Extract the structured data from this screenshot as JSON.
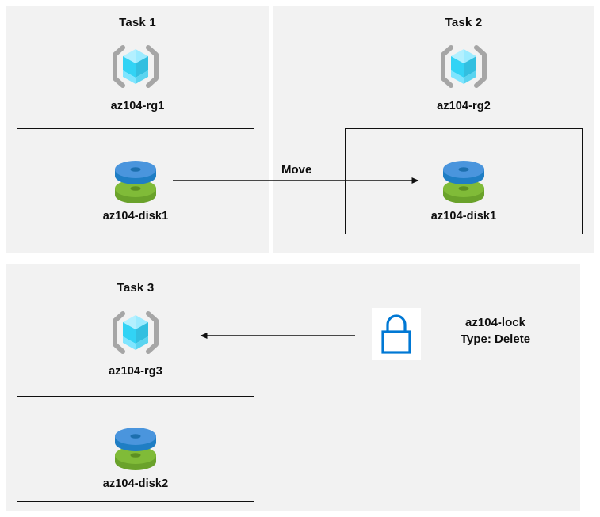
{
  "diagram": {
    "background": "#ffffff",
    "panel_background": "#f2f2f2",
    "accent_cube": "#50e6ff",
    "accent_disk_blue": "#3e8fd8",
    "accent_disk_green": "#7fba35",
    "accent_lock": "#0078d4",
    "line_color": "#101010"
  },
  "panels": [
    {
      "id": "task1",
      "title": "Task 1",
      "resource_group": {
        "icon": "resource-group-cube-icon",
        "label": "az104-rg1"
      },
      "inner_box": {
        "resource": {
          "icon": "managed-disk-icon",
          "label": "az104-disk1"
        }
      }
    },
    {
      "id": "task2",
      "title": "Task 2",
      "resource_group": {
        "icon": "resource-group-cube-icon",
        "label": "az104-rg2"
      },
      "inner_box": {
        "resource": {
          "icon": "managed-disk-icon",
          "label": "az104-disk1"
        }
      }
    },
    {
      "id": "task3",
      "title": "Task 3",
      "resource_group": {
        "icon": "resource-group-cube-icon",
        "label": "az104-rg3"
      },
      "inner_box": {
        "resource": {
          "icon": "managed-disk-icon",
          "label": "az104-disk2"
        }
      }
    }
  ],
  "connectors": {
    "move_arrow": {
      "label": "Move",
      "direction": "right",
      "from": "az104-disk1 in az104-rg1",
      "to": "az104-disk1 in az104-rg2"
    },
    "lock_arrow": {
      "direction": "left",
      "from": "az104-lock",
      "to": "az104-rg3"
    }
  },
  "lock": {
    "icon": "lock-icon",
    "name": "az104-lock",
    "type_line": "Type: Delete"
  }
}
